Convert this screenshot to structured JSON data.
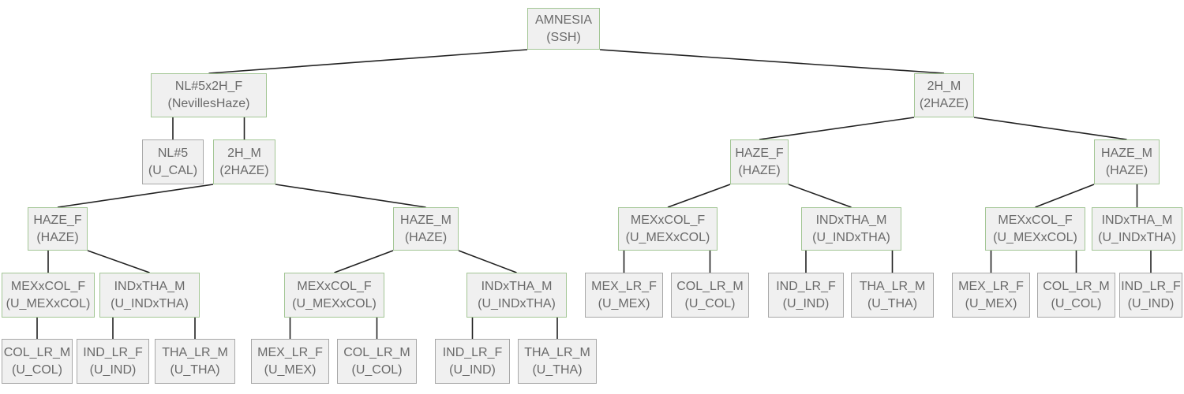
{
  "diagram": {
    "type": "pedigree-tree",
    "colors": {
      "node_bg": "#f0f0f0",
      "node_border": "#a3c695",
      "leaf_border": "#a8a8a8",
      "edge": "#222222",
      "text": "#6a6a6a"
    },
    "nodes": [
      {
        "name": "AMNESIA",
        "sub": "(SSH)",
        "parent": null
      },
      {
        "name": "NL#5x2H_F",
        "sub": "(NevillesHaze)",
        "parent": 0
      },
      {
        "name": "2H_M",
        "sub": "(2HAZE)",
        "parent": 0
      },
      {
        "name": "NL#5",
        "sub": "(U_CAL)",
        "parent": 1
      },
      {
        "name": "2H_M",
        "sub": "(2HAZE)",
        "parent": 1
      },
      {
        "name": "HAZE_F",
        "sub": "(HAZE)",
        "parent": 4
      },
      {
        "name": "HAZE_M",
        "sub": "(HAZE)",
        "parent": 4
      },
      {
        "name": "MEXxCOL_F",
        "sub": "(U_MEXxCOL)",
        "parent": 5
      },
      {
        "name": "INDxTHA_M",
        "sub": "(U_INDxTHA)",
        "parent": 5
      },
      {
        "name": "MEXxCOL_F",
        "sub": "(U_MEXxCOL)",
        "parent": 6
      },
      {
        "name": "INDxTHA_M",
        "sub": "(U_INDxTHA)",
        "parent": 6
      },
      {
        "name": "COL_LR_M",
        "sub": "(U_COL)",
        "parent": 7
      },
      {
        "name": "IND_LR_F",
        "sub": "(U_IND)",
        "parent": 8
      },
      {
        "name": "THA_LR_M",
        "sub": "(U_THA)",
        "parent": 8
      },
      {
        "name": "MEX_LR_F",
        "sub": "(U_MEX)",
        "parent": 9
      },
      {
        "name": "COL_LR_M",
        "sub": "(U_COL)",
        "parent": 9
      },
      {
        "name": "IND_LR_F",
        "sub": "(U_IND)",
        "parent": 10
      },
      {
        "name": "THA_LR_M",
        "sub": "(U_THA)",
        "parent": 10
      },
      {
        "name": "HAZE_F",
        "sub": "(HAZE)",
        "parent": 2
      },
      {
        "name": "HAZE_M",
        "sub": "(HAZE)",
        "parent": 2
      },
      {
        "name": "MEXxCOL_F",
        "sub": "(U_MEXxCOL)",
        "parent": 18
      },
      {
        "name": "INDxTHA_M",
        "sub": "(U_INDxTHA)",
        "parent": 18
      },
      {
        "name": "MEXxCOL_F",
        "sub": "(U_MEXxCOL)",
        "parent": 19
      },
      {
        "name": "INDxTHA_M",
        "sub": "(U_INDxTHA)",
        "parent": 19
      },
      {
        "name": "MEX_LR_F",
        "sub": "(U_MEX)",
        "parent": 20
      },
      {
        "name": "COL_LR_M",
        "sub": "(U_COL)",
        "parent": 20
      },
      {
        "name": "IND_LR_F",
        "sub": "(U_IND)",
        "parent": 21
      },
      {
        "name": "THA_LR_M",
        "sub": "(U_THA)",
        "parent": 21
      },
      {
        "name": "MEX_LR_F",
        "sub": "(U_MEX)",
        "parent": 22
      },
      {
        "name": "COL_LR_M",
        "sub": "(U_COL)",
        "parent": 22
      },
      {
        "name": "IND_LR_F",
        "sub": "(U_IND)",
        "parent": 23
      }
    ]
  }
}
